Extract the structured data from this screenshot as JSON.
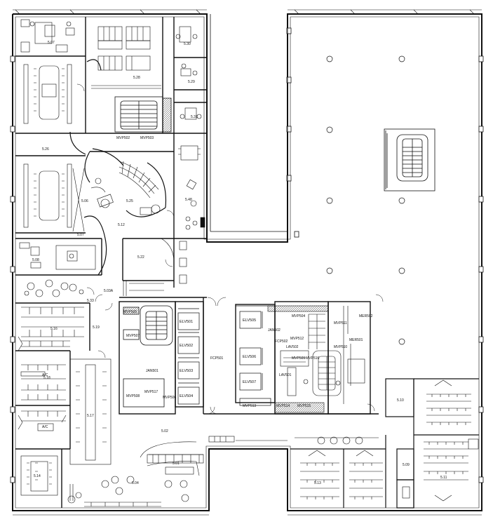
{
  "rooms": {
    "s07": "5.07",
    "s28": "5.28",
    "s30": "5.30",
    "s29": "5.29",
    "s31": "5.31",
    "s26": "5.26",
    "s06": "5.06",
    "s25": "5.25",
    "s12": "5.12",
    "s48": "5.48",
    "s07b": "5.07",
    "s08": "5.08",
    "s22": "5.22",
    "s03a": "5.03A",
    "s33": "5.33",
    "s16": "5.16",
    "s19": "5.19",
    "s18": "5.18",
    "s17": "5.17",
    "s02": "5.02",
    "s01": "5.01",
    "s04": "5.04",
    "s10": "5.10",
    "s09": "5.09",
    "s11": "5.11",
    "s13": "5.13",
    "s14": "5.14"
  },
  "elevators": {
    "elv501": "ELV501",
    "elv502": "ELV502",
    "elv503": "ELV503",
    "elv504": "ELV504",
    "elv505": "ELV505",
    "elv506": "ELV506",
    "elv507": "ELV507"
  },
  "services": {
    "mvp502": "MVP502",
    "mvp507": "MVP507",
    "mvp505": "MVP505",
    "mvp517": "MVP517",
    "mvp508": "MVP508",
    "mvp511": "MVP511",
    "mvp513": "MVP513",
    "mvp515": "MVP515",
    "mvp504": "MVP504",
    "mvp512": "MVP512",
    "mvp510": "MVP510",
    "mvp509": "MVP509",
    "mvp514": "MVP514",
    "mvp516": "MVP516",
    "mvp503": "MVP503",
    "mvp506": "MVP506",
    "jan501": "JAN501",
    "jan502": "JAN502",
    "fcp501": "FCP501",
    "fcp502": "FCP502",
    "lav501": "LAV501",
    "lav502": "LAV502",
    "mer501": "MER501",
    "mer502": "MER502",
    "ac": "A/C",
    "ac2": "A/C"
  }
}
